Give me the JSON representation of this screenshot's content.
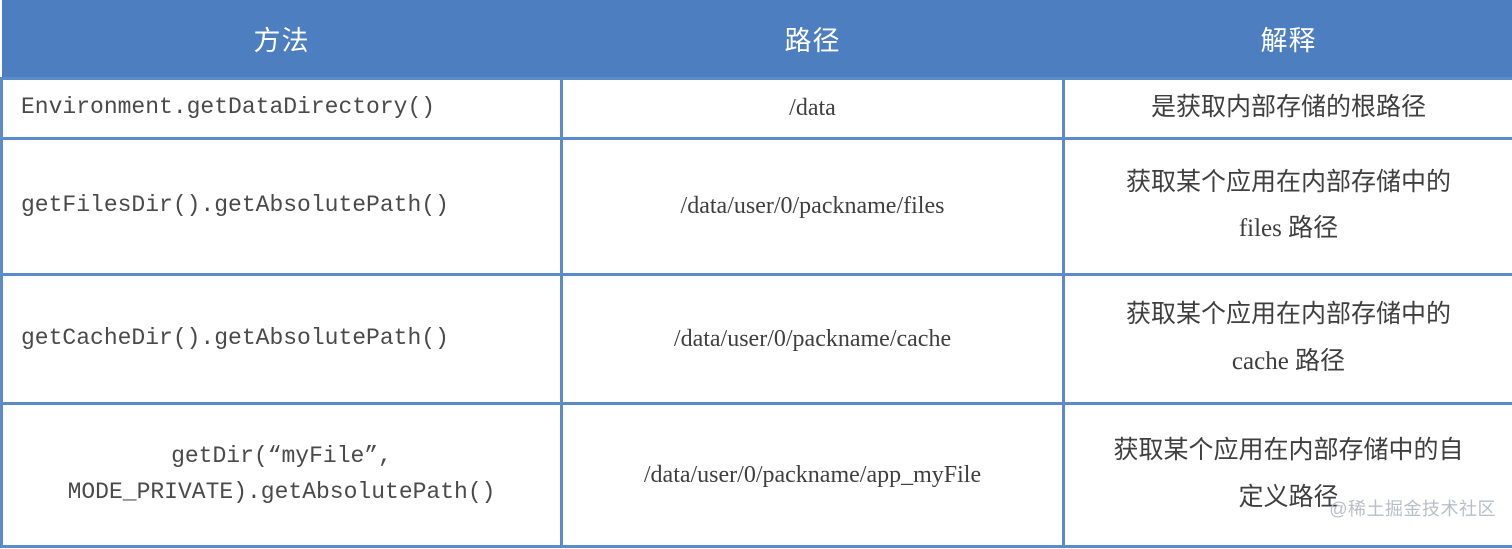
{
  "table": {
    "columns": [
      {
        "key": "method",
        "label": "方法"
      },
      {
        "key": "path",
        "label": "路径"
      },
      {
        "key": "desc",
        "label": "解释"
      }
    ],
    "rows": [
      {
        "method": "Environment.getDataDirectory()",
        "path": "/data",
        "desc": "是获取内部存储的根路径"
      },
      {
        "method": "getFilesDir().getAbsolutePath()",
        "path": "/data/user/0/packname/files",
        "desc": "获取某个应用在内部存储中的\nfiles 路径"
      },
      {
        "method": "getCacheDir().getAbsolutePath()",
        "path": "/data/user/0/packname/cache",
        "desc": "获取某个应用在内部存储中的\ncache 路径"
      },
      {
        "method": "getDir(“myFile”,\nMODE_PRIVATE).getAbsolutePath()",
        "path": "/data/user/0/packname/app_myFile",
        "desc": "获取某个应用在内部存储中的自\n定义路径"
      }
    ]
  },
  "watermark": {
    "main": "@稀土掘金技术社区",
    "sub": ""
  },
  "colors": {
    "header_background": "#4d7ebf",
    "header_text": "#ffffff",
    "border": "#5b8bc9",
    "body_background": "#ffffff",
    "body_text": "#3f3f3f",
    "watermark_text": "#b9bfc7"
  }
}
